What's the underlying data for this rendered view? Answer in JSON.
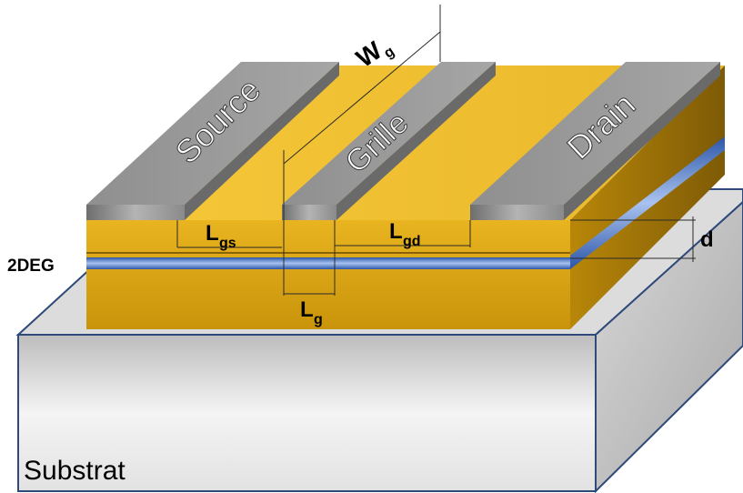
{
  "electrodes": {
    "source": "Source",
    "gate": "Grille",
    "drain": "Drain"
  },
  "dimensions": {
    "gate_width_main": "W",
    "gate_width_sub": "g",
    "lgs_main": "L",
    "lgs_sub": "gs",
    "lgd_main": "L",
    "lgd_sub": "gd",
    "lg_main": "L",
    "lg_sub": "g",
    "d": "d"
  },
  "layers": {
    "two_deg": "2DEG",
    "substrate": "Substrat"
  },
  "colors": {
    "gold": "#D4A00A",
    "gold_top": "#F2C12E",
    "gold_side": "#A87A05",
    "channel_blue": "#4A78C8",
    "electrode_gray": "#8C8C8C",
    "substrate_gray": "#D6D6D6",
    "substrate_edge": "#2E4A7A"
  }
}
